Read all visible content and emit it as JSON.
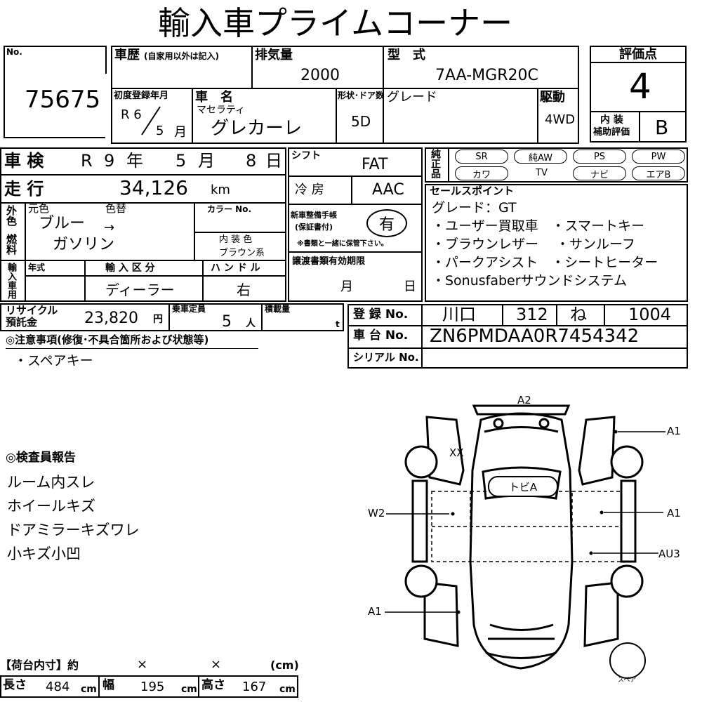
{
  "title": "輸入車プライムコーナー",
  "lot": {
    "label": "No.",
    "value": "75675"
  },
  "history": {
    "label": "車歴",
    "note": "(自家用以外は記入)"
  },
  "displacement": {
    "label": "排気量",
    "value": "2000"
  },
  "model_code": {
    "label": "型　式",
    "value": "7AA-MGR20C"
  },
  "rating": {
    "label": "評価点",
    "value": "4",
    "interior_label_1": "内 装",
    "interior_label_2": "補助評価",
    "interior_value": "B"
  },
  "first_reg": {
    "label": "初度登録年月",
    "era": "R 6",
    "month": "5",
    "month_unit": "月"
  },
  "car_name": {
    "label": "車　名",
    "maker": "マセラティ",
    "name": "グレカーレ"
  },
  "doors": {
    "label": "形状･ドア数",
    "value": "5D"
  },
  "grade": {
    "label": "グレード"
  },
  "drive": {
    "label": "駆動",
    "value": "4WD"
  },
  "shaken": {
    "label": "車 検",
    "era": "R",
    "year": "9",
    "year_unit": "年",
    "month": "5",
    "month_unit": "月",
    "day": "8",
    "day_unit": "日"
  },
  "shift": {
    "label": "シフト",
    "value": "FAT"
  },
  "equipment": {
    "label": "純正品",
    "items": [
      "SR",
      "純AW",
      "PS",
      "PW",
      "カワ",
      "TV",
      "ナビ",
      "エアB"
    ]
  },
  "mileage": {
    "label": "走 行",
    "value": "34,126",
    "unit": "km"
  },
  "ac": {
    "label": "冷 房",
    "value": "AAC"
  },
  "color": {
    "side_label": "外色",
    "orig_label": "元色",
    "change_label": "色替",
    "code_label": "カラー No.",
    "value": "ブルー",
    "change": "→"
  },
  "fuel": {
    "label": "燃料",
    "value": "ガソリン"
  },
  "interior_color": {
    "label": "内 装 色",
    "value": "ブラウン系"
  },
  "manual": {
    "label_1": "新車整備手帳",
    "label_2": "(保証書付)",
    "value": "有",
    "note": "※書類と一緒に保管下さい。"
  },
  "sales_points": {
    "label": "セールスポイント",
    "lines": [
      "グレード：GT",
      "・ユーザー買取車　・スマートキー",
      "・ブラウンレザー　 ・サンルーフ",
      "・パークアシスト　・シートヒーター",
      "・Sonusfaberサウンドシステム"
    ]
  },
  "import": {
    "side_label": "輸入車用",
    "year_label": "年式",
    "type_label": "輸 入 区 分",
    "type_value": "ディーラー",
    "handle_label": "ハ ン ド ル",
    "handle_value": "右"
  },
  "transfer": {
    "label": "譲渡書類有効期限",
    "month_unit": "月",
    "day_unit": "日"
  },
  "recycle": {
    "label_1": "リサイクル",
    "label_2": "預託金",
    "value": "23,820",
    "unit": "円"
  },
  "capacity": {
    "label": "乗車定員",
    "value": "5",
    "unit": "人"
  },
  "load": {
    "label": "積載量",
    "unit": "t"
  },
  "registration": {
    "label": "登 録 No.",
    "area": "川口",
    "class": "312",
    "kana": "ね",
    "number": "1004"
  },
  "chassis": {
    "label": "車 台 No.",
    "value": "ZN6PMDAA0R7454342"
  },
  "serial": {
    "label": "シリアル No."
  },
  "notes": {
    "heading": "◎注意事項(修復･不具合箇所および状態等)",
    "items": [
      "・スペアキー"
    ]
  },
  "inspector": {
    "heading": "◎検査員報告",
    "items": [
      "ルーム内スレ",
      "ホイールキズ",
      "ドアミラーキズワレ",
      "小キズ小凹"
    ]
  },
  "cargo": {
    "heading": "【荷台内寸】約",
    "x1": "×",
    "x2": "×",
    "unit_note": "(cm)",
    "length_label": "長さ",
    "length": "484",
    "width_label": "幅",
    "width": "195",
    "height_label": "高さ",
    "height": "167",
    "cm": "cm"
  },
  "diagram": {
    "marks": [
      "A2",
      "A1",
      "XX",
      "トビA",
      "W2",
      "A1",
      "AU3",
      "A1"
    ],
    "spare_label": "スペア"
  }
}
